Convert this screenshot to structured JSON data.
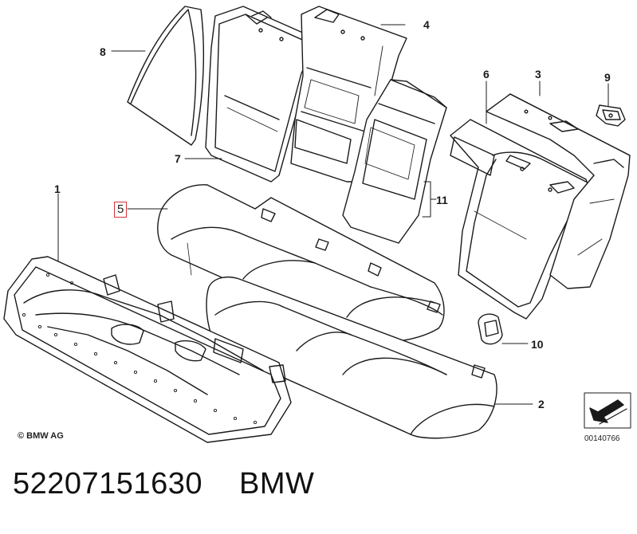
{
  "callouts": {
    "c1": "1",
    "c2": "2",
    "c3": "3",
    "c4": "4",
    "c5": "5",
    "c6": "6",
    "c7": "7",
    "c8": "8",
    "c9": "9",
    "c10": "10",
    "c11": "11"
  },
  "highlighted_callout": "5",
  "highlight_color": "#d9323a",
  "copyright": "© BMW AG",
  "diagram_id": "00140766",
  "part_number": "52207151630",
  "brand": "BMW"
}
